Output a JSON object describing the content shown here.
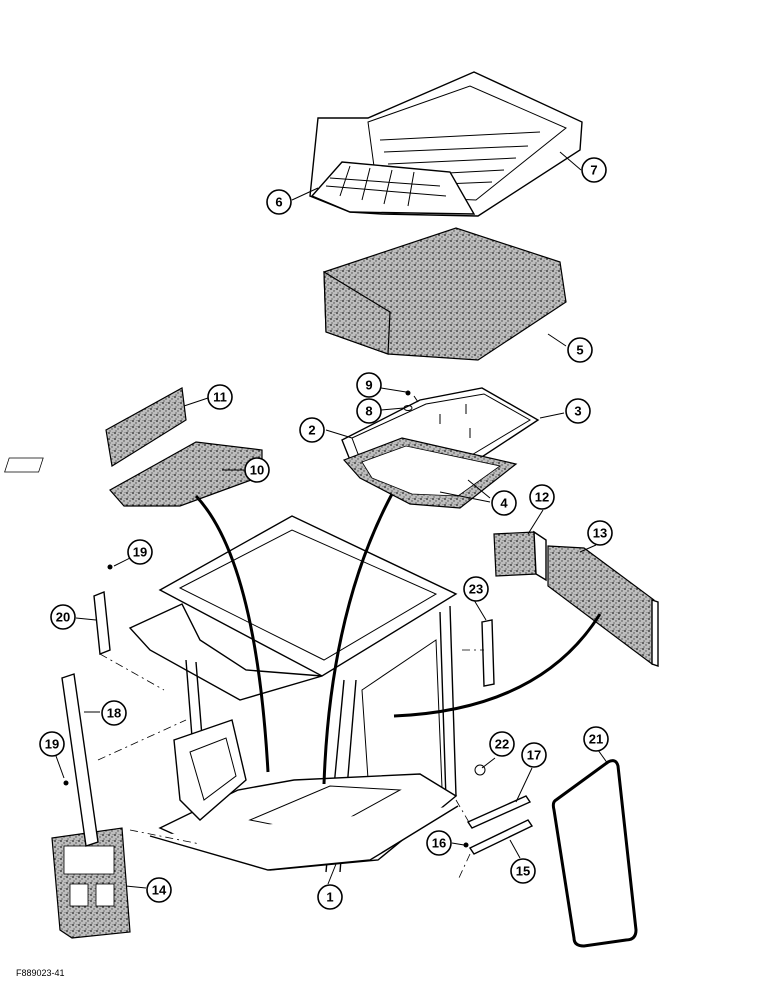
{
  "figure_code": "F889023-41",
  "callouts": [
    {
      "id": "1",
      "label": "1"
    },
    {
      "id": "2",
      "label": "2"
    },
    {
      "id": "3",
      "label": "3"
    },
    {
      "id": "4",
      "label": "4"
    },
    {
      "id": "5",
      "label": "5"
    },
    {
      "id": "6",
      "label": "6"
    },
    {
      "id": "7",
      "label": "7"
    },
    {
      "id": "8",
      "label": "8"
    },
    {
      "id": "9",
      "label": "9"
    },
    {
      "id": "10",
      "label": "10"
    },
    {
      "id": "11",
      "label": "11"
    },
    {
      "id": "12",
      "label": "12"
    },
    {
      "id": "13",
      "label": "13"
    },
    {
      "id": "14",
      "label": "14"
    },
    {
      "id": "15",
      "label": "15"
    },
    {
      "id": "16",
      "label": "16"
    },
    {
      "id": "17",
      "label": "17"
    },
    {
      "id": "18",
      "label": "18"
    },
    {
      "id": "19a",
      "label": "19"
    },
    {
      "id": "19b",
      "label": "19"
    },
    {
      "id": "20",
      "label": "20"
    },
    {
      "id": "21",
      "label": "21"
    },
    {
      "id": "22",
      "label": "22"
    },
    {
      "id": "23",
      "label": "23"
    }
  ],
  "colors": {
    "ink": "#000000",
    "paper": "#ffffff",
    "foam": "#9a9a9a"
  }
}
